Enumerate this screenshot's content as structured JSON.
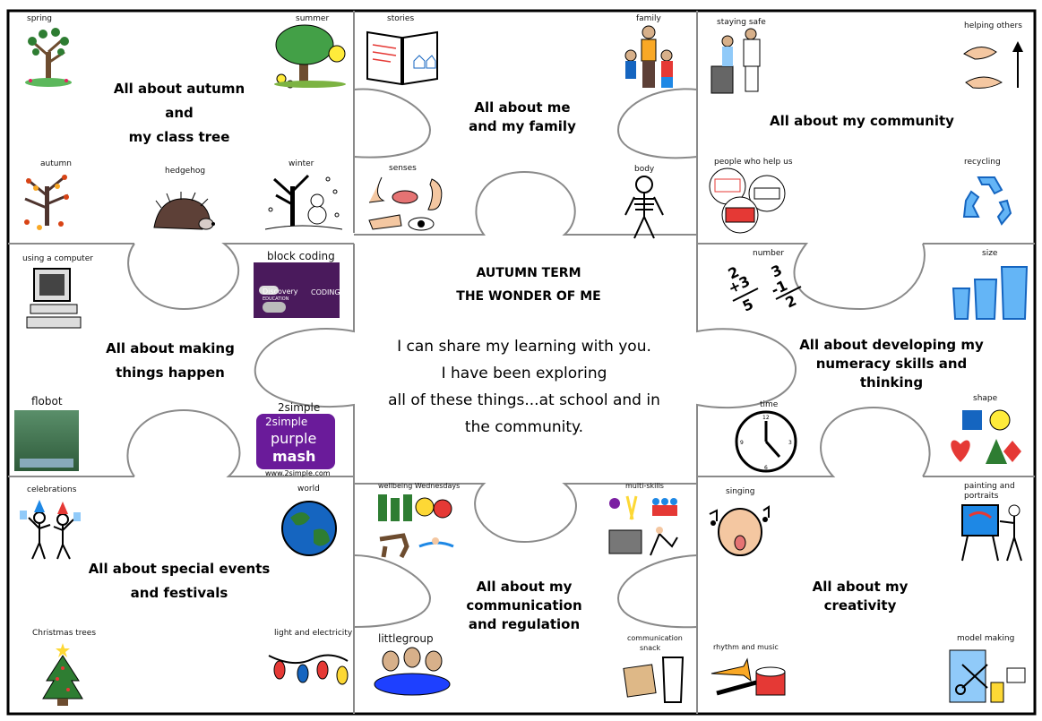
{
  "center": {
    "heading_1": "AUTUMN TERM",
    "heading_2": "THE WONDER OF ME",
    "lines": [
      "I can share my learning with you.",
      "I have been exploring",
      "all of these things...at school and in",
      "the community."
    ]
  },
  "topics": {
    "autumn_tree": [
      "All about autumn",
      "and",
      "my class tree"
    ],
    "me_family": [
      "All about me",
      "and my family"
    ],
    "community": [
      "All about my community"
    ],
    "making_things": [
      "All about making",
      "things happen"
    ],
    "numeracy": [
      "All about developing my",
      "numeracy skills and",
      "thinking"
    ],
    "special_events": [
      "All about special events",
      "and festivals"
    ],
    "communication": [
      "All about my",
      "communication",
      "and regulation"
    ],
    "creativity": [
      "All about my",
      "creativity"
    ]
  },
  "labels": {
    "spring": "spring",
    "summer": "summer",
    "stories": "stories",
    "family": "family",
    "staying_safe": "staying safe",
    "helping_others": "helping others",
    "autumn": "autumn",
    "hedgehog": "hedgehog",
    "winter": "winter",
    "senses": "senses",
    "body": "body",
    "people_help": "people who help us",
    "recycling": "recycling",
    "using_computer": "using a computer",
    "block_coding": "block coding",
    "number": "number",
    "size": "size",
    "flobot": "flobot",
    "twosimple": "2simple",
    "time": "time",
    "shape": "shape",
    "celebrations": "celebrations",
    "world": "world",
    "wellbeing": "wellbeing Wednesdays",
    "multiskills": "multi-skills",
    "singing": "singing",
    "painting": "painting and",
    "portraits": "portraits",
    "christmas": "Christmas trees",
    "light": "light and electricity",
    "littlegroup": "littlegroup",
    "comm_snack_1": "communication",
    "comm_snack_2": "snack",
    "rhythm": "rhythm and music",
    "model_making": "model making"
  },
  "branding": {
    "discovery": "Discovery",
    "discovery_sub": "EDUCATION",
    "coding": "CODING",
    "purple_1": "2simple",
    "purple_2": "purple",
    "purple_3": "mash",
    "url": "www.2simple.com"
  },
  "fractions": {
    "a_num": "2",
    "a_plus": "+3",
    "a_den": "5",
    "b_num": "3",
    "b_minus": "-1",
    "b_den": "2"
  },
  "colors": {
    "border": "#000000",
    "piece_line": "#808080",
    "purple": "#6a1b9a",
    "blue": "#1565c0",
    "green": "#2e7d32"
  }
}
